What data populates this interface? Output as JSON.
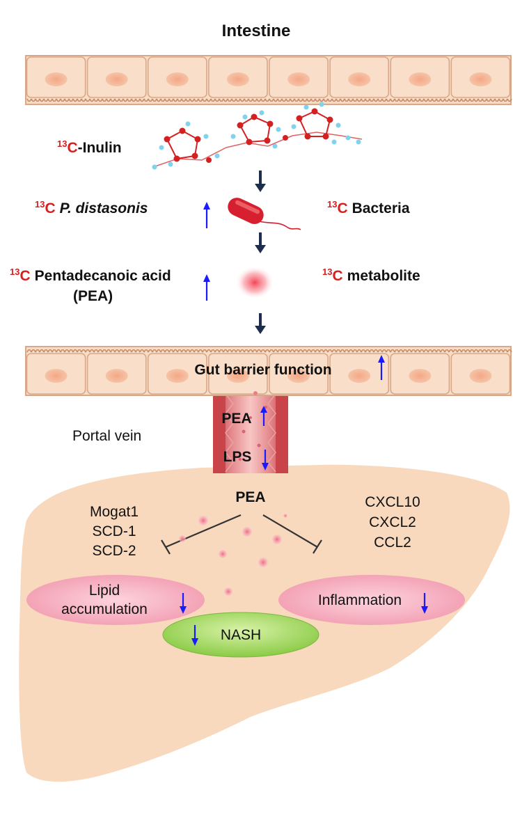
{
  "title": "Intestine",
  "prefix": "13",
  "labels": {
    "inulin_c": "C",
    "inulin_rest": "-Inulin",
    "pd_c": "C",
    "pd_species": "P. distasonis",
    "bacteria_c": "C",
    "bacteria_rest": "Bacteria",
    "pea_c": "C",
    "pea_name": "Pentadecanoic acid",
    "pea_abbr": "(PEA)",
    "metabolite_c": "C",
    "metabolite_rest": "metabolite",
    "gut_barrier": "Gut barrier function",
    "portal_vein": "Portal vein",
    "vein_pea": "PEA",
    "vein_lps": "LPS",
    "liver_pea": "PEA",
    "lipid_genes": [
      "Mogat1",
      "SCD-1",
      "SCD-2"
    ],
    "inflammation_genes": [
      "CXCL10",
      "CXCL2",
      "CCL2"
    ],
    "lipid_line1": "Lipid",
    "lipid_line2": "accumulation",
    "inflammation": "Inflammation",
    "nash": "NASH"
  },
  "colors": {
    "red_label": "#d62020",
    "dark_arrow": "#1f2d4d",
    "up_down_arrow": "#1a1aff",
    "cell_fill": "#f8dcc4",
    "cell_border": "#d9a88a",
    "liver_fill": "#f8d9be",
    "vein": "#c94448",
    "ellipse_pink": "#f4a6b7",
    "nash_green": "#9bd45d"
  }
}
